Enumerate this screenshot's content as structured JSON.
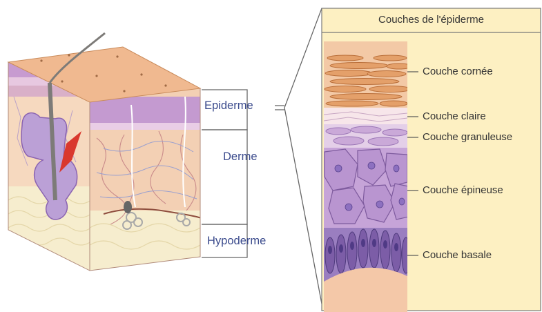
{
  "panel_title": "Couches de l'épiderme",
  "main_layers": {
    "epiderme": "Epiderme",
    "derme": "Derme",
    "hypoderme": "Hypoderme"
  },
  "epidermis_layers": [
    {
      "label": "Couche cornée"
    },
    {
      "label": "Couche claire"
    },
    {
      "label": "Couche granuleuse"
    },
    {
      "label": "Couche épineuse"
    },
    {
      "label": "Couche basale"
    }
  ],
  "colors": {
    "panel_background": "#fdf0c2",
    "label_blue": "#3a4a8c",
    "bracket_line": "#666666",
    "cornee": "#e2a06c",
    "epineuse": "#b48ecb",
    "basale": "#8b6aa8",
    "dermis": "#f5d7bd",
    "hypodermis": "#f7edcc"
  }
}
